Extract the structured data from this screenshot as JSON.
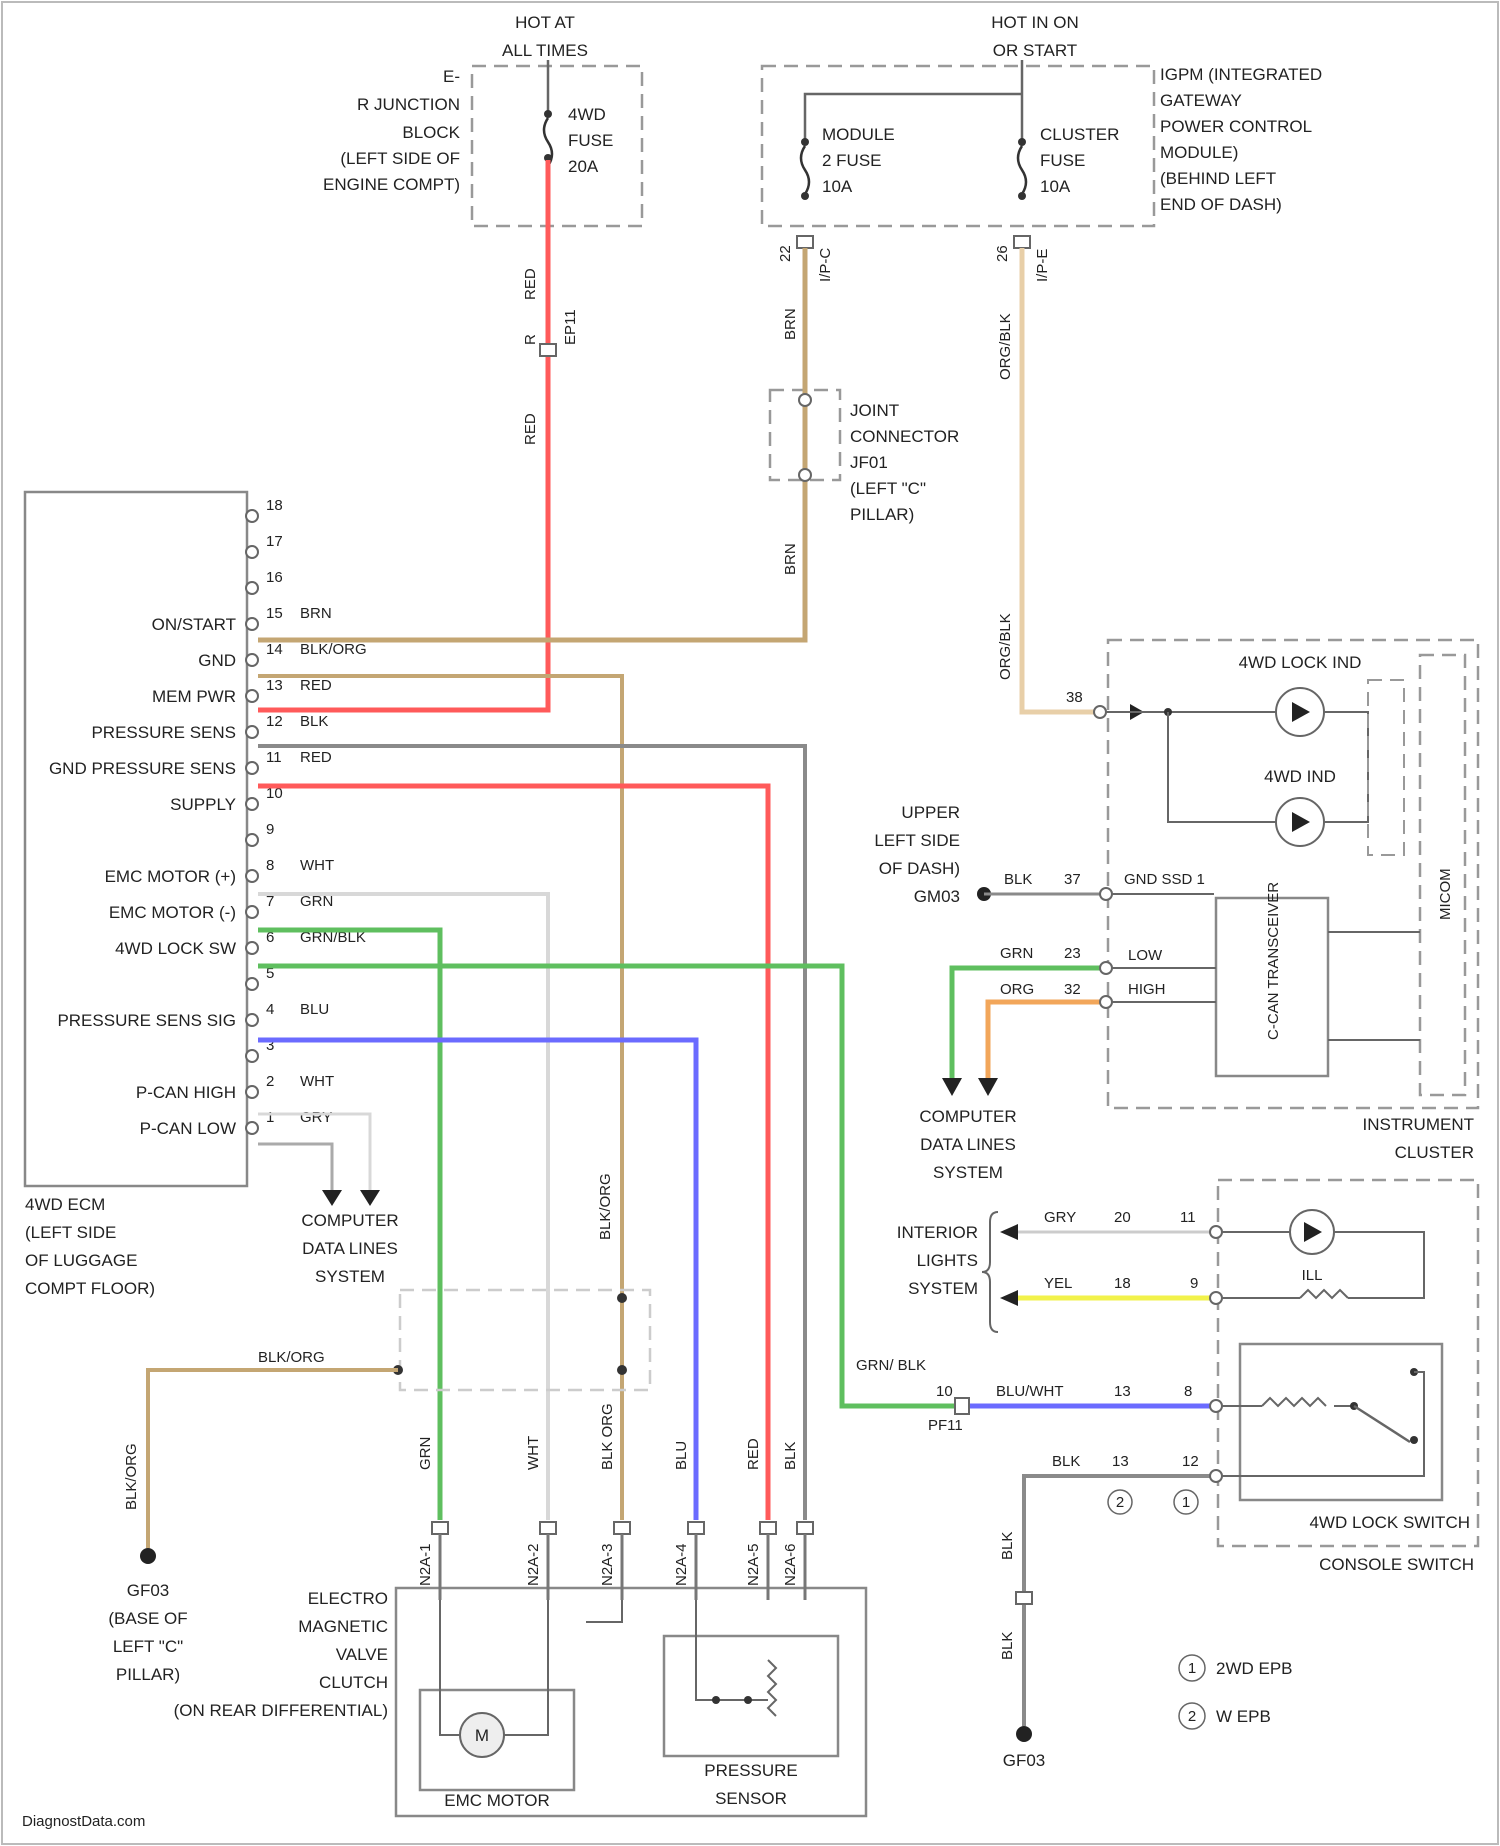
{
  "title": {
    "hot_at_all_times": [
      "HOT AT",
      "ALL TIMES"
    ],
    "hot_in_on_start": [
      "HOT IN ON",
      "OR START"
    ]
  },
  "fuse_block": {
    "location": [
      "E-",
      "R JUNCTION",
      "BLOCK",
      "(LEFT SIDE OF",
      "ENGINE COMPT)"
    ],
    "fuse": [
      "4WD",
      "FUSE",
      "20A"
    ]
  },
  "igpm": {
    "location": [
      "IGPM (INTEGRATED",
      "GATEWAY",
      "POWER CONTROL",
      "MODULE)",
      "(BEHIND LEFT",
      "END OF DASH)"
    ],
    "module_fuse": [
      "MODULE",
      "2 FUSE",
      "10A"
    ],
    "cluster_fuse": [
      "CLUSTER",
      "FUSE",
      "10A"
    ],
    "pin_left": "22",
    "pin_right": "26",
    "conn_left": "I/P-C",
    "conn_right": "I/P-E"
  },
  "joint_connector": [
    "JOINT",
    "CONNECTOR",
    "JF01",
    "(LEFT \"C\"",
    "PILLAR)"
  ],
  "ecm": {
    "location": [
      "4WD ECM",
      "(LEFT SIDE",
      "OF LUGGAGE",
      "COMPT FLOOR)"
    ],
    "pins": [
      {
        "num": "18",
        "func": "",
        "wire": ""
      },
      {
        "num": "17",
        "func": "",
        "wire": ""
      },
      {
        "num": "16",
        "func": "",
        "wire": ""
      },
      {
        "num": "15",
        "func": "ON/START",
        "wire": "BRN"
      },
      {
        "num": "14",
        "func": "GND",
        "wire": "BLK/ORG"
      },
      {
        "num": "13",
        "func": "MEM PWR",
        "wire": "RED"
      },
      {
        "num": "12",
        "func": "PRESSURE SENS",
        "wire": "BLK"
      },
      {
        "num": "11",
        "func": "GND PRESSURE SENS",
        "wire": "RED"
      },
      {
        "num": "10",
        "func": "SUPPLY",
        "wire": ""
      },
      {
        "num": "9",
        "func": "",
        "wire": ""
      },
      {
        "num": "8",
        "func": "EMC MOTOR (+)",
        "wire": "WHT"
      },
      {
        "num": "7",
        "func": "EMC MOTOR (-)",
        "wire": "GRN"
      },
      {
        "num": "6",
        "func": "4WD LOCK SW",
        "wire": "GRN/BLK"
      },
      {
        "num": "5",
        "func": "",
        "wire": ""
      },
      {
        "num": "4",
        "func": "PRESSURE SENS SIG",
        "wire": "BLU"
      },
      {
        "num": "3",
        "func": "",
        "wire": ""
      },
      {
        "num": "2",
        "func": "P-CAN HIGH",
        "wire": "WHT"
      },
      {
        "num": "1",
        "func": "P-CAN LOW",
        "wire": "GRY"
      }
    ]
  },
  "wires": {
    "red": "RED",
    "brn": "BRN",
    "orgblk": "ORG/BLK",
    "blkorg": "BLK/ORG",
    "grn": "GRN",
    "wht": "WHT",
    "blk_org": "BLK ORG",
    "blu": "BLU",
    "blk": "BLK",
    "gry": "GRY",
    "yel": "YEL",
    "org": "ORG",
    "grn_blk": "GRN/ BLK",
    "blu_wht": "BLU/WHT",
    "pf11": "PF11",
    "ep11": "EP11",
    "r": "R"
  },
  "instrument_cluster": {
    "label": [
      "INSTRUMENT",
      "CLUSTER"
    ],
    "lock_ind": "4WD LOCK IND",
    "ind": "4WD IND",
    "gnd_ssd": "GND SSD 1",
    "low": "LOW",
    "high": "HIGH",
    "transceiver": "C-CAN TRANSCEIVER",
    "micom": "MICOM",
    "pin_38": "38",
    "pin_37": "37",
    "pin_23": "23",
    "pin_32": "32"
  },
  "upper_left_dash": [
    "UPPER",
    "LEFT SIDE",
    "OF DASH)",
    "GM03"
  ],
  "computer_data_lines": [
    "COMPUTER",
    "DATA LINES",
    "SYSTEM"
  ],
  "interior_lights": [
    "INTERIOR",
    "LIGHTS",
    "SYSTEM"
  ],
  "console_switch": {
    "label": [
      "4WD LOCK SWITCH",
      "CONSOLE SWITCH"
    ],
    "il": "ILL",
    "pins": [
      "11",
      "9",
      "8",
      "12"
    ],
    "pins_left": [
      "20",
      "18",
      "10",
      "13"
    ]
  },
  "ground_left": [
    "GF03",
    "(BASE OF",
    "LEFT \"C\"",
    "PILLAR)"
  ],
  "ground_right": "GF03",
  "emc": {
    "label": [
      "ELECTRO",
      "MAGNETIC",
      "VALVE",
      "CLUTCH",
      "(ON REAR DIFFERENTIAL)"
    ],
    "motor": "EMC MOTOR",
    "sensor": [
      "PRESSURE",
      "SENSOR"
    ],
    "wires": [
      "GRN",
      "WHT",
      "BLK ORG",
      "BLU",
      "RED",
      "BLK"
    ],
    "pins": [
      "N2A-1",
      "N2A-2",
      "N2A-3",
      "N2A-4",
      "N2A-5",
      "N2A-6"
    ]
  },
  "legend": [
    {
      "num": "1",
      "text": "2WD EPB"
    },
    {
      "num": "2",
      "text": "W EPB"
    }
  ],
  "footer": "DiagnostData.com",
  "colors": {
    "red": "#ff5a5a",
    "brown": "#c4a673",
    "tan": "#e8cfa8",
    "green": "#5fbf5f",
    "blue": "#6b6bff",
    "gray": "#8a8a8a",
    "yellow": "#f2f24a",
    "orange": "#f2a65a",
    "white_wire": "#d8d8d8"
  }
}
